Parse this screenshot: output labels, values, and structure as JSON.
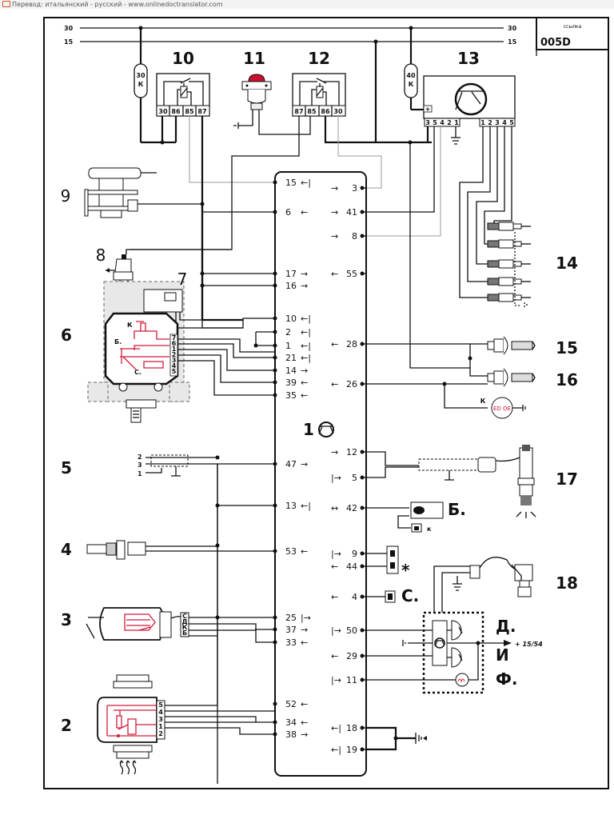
{
  "translator_bar": {
    "text": "Перевод: итальянский - русский - www.onlinedoctranslator.com"
  },
  "title_block": {
    "caption": "ссылка",
    "code": "005D"
  },
  "bus_lines": [
    {
      "label": "30"
    },
    {
      "label": "15"
    }
  ],
  "fuses": [
    {
      "rating": "30",
      "unit": "К"
    },
    {
      "rating": "40",
      "unit": "К"
    }
  ],
  "components": {
    "c1": "1",
    "c2": "2",
    "c3": "3",
    "c4": "4",
    "c5": "5",
    "c6": "6",
    "c7": "7",
    "c8": "8",
    "c9": "9",
    "c10": "10",
    "c11": "11",
    "c12": "12",
    "c13": "13",
    "c14": "14",
    "c15": "15",
    "c16": "16",
    "c17": "17",
    "c18": "18"
  },
  "relay_10_pins": [
    "30",
    "86",
    "85",
    "87"
  ],
  "relay_12_pins": [
    "87",
    "85",
    "86",
    "30"
  ],
  "unit_13": {
    "left_pins": [
      "3",
      "5",
      "4",
      "2",
      "1"
    ],
    "right_pins": [
      "1",
      "2",
      "3",
      "4",
      "5"
    ],
    "plus_pin": "+"
  },
  "ecu": {
    "left_pins": [
      {
        "num": "15",
        "arrow": "←|"
      },
      {
        "num": "6",
        "arrow": "←"
      },
      {
        "num": "17",
        "arrow": "→"
      },
      {
        "num": "16",
        "arrow": "→"
      },
      {
        "num": "10",
        "arrow": "←|"
      },
      {
        "num": "2",
        "arrow": "←|"
      },
      {
        "num": "1",
        "arrow": "←|"
      },
      {
        "num": "21",
        "arrow": "←|"
      },
      {
        "num": "14",
        "arrow": "→"
      },
      {
        "num": "39",
        "arrow": "←"
      },
      {
        "num": "35",
        "arrow": "←"
      },
      {
        "num": "47",
        "arrow": "→"
      },
      {
        "num": "13",
        "arrow": "←|"
      },
      {
        "num": "53",
        "arrow": "←"
      },
      {
        "num": "25",
        "arrow": "|→"
      },
      {
        "num": "37",
        "arrow": "→"
      },
      {
        "num": "33",
        "arrow": "←"
      },
      {
        "num": "52",
        "arrow": "←"
      },
      {
        "num": "34",
        "arrow": "←"
      },
      {
        "num": "38",
        "arrow": "→"
      }
    ],
    "right_pins": [
      {
        "num": "3",
        "arrow": "→"
      },
      {
        "num": "41",
        "arrow": "→"
      },
      {
        "num": "8",
        "arrow": "→"
      },
      {
        "num": "55",
        "arrow": "←"
      },
      {
        "num": "28",
        "arrow": "←"
      },
      {
        "num": "26",
        "arrow": "←"
      },
      {
        "num": "12",
        "arrow": "→"
      },
      {
        "num": "5",
        "arrow": "|→"
      },
      {
        "num": "42",
        "arrow": "↔"
      },
      {
        "num": "9",
        "arrow": "|→"
      },
      {
        "num": "44",
        "arrow": "←"
      },
      {
        "num": "4",
        "arrow": "←"
      },
      {
        "num": "50",
        "arrow": "|→"
      },
      {
        "num": "29",
        "arrow": "←"
      },
      {
        "num": "11",
        "arrow": "|→"
      },
      {
        "num": "18",
        "arrow": "←|"
      },
      {
        "num": "19",
        "arrow": "←|"
      }
    ]
  },
  "sub_labels": {
    "k_upper": "К",
    "b_upper": "Б.",
    "c_upper": "С.",
    "k_lamp": "К",
    "b_diag": "Б.",
    "k_diag": "к",
    "star": "*",
    "c_diag": "С.",
    "d_gauge": "Д.",
    "i_gauge": "И",
    "f_lamp": "Ф.",
    "plus_15_54": "+ 15/54"
  },
  "harness_5_wires": [
    "2",
    "3",
    "1"
  ],
  "pump_6_pins": [
    "7",
    "6",
    "1",
    "2",
    "3",
    "4",
    "5"
  ],
  "actuator_3_pins": [
    "С",
    "Д",
    "К",
    "Б"
  ],
  "flowmeter_2_pins": [
    "5",
    "4",
    "3",
    "1",
    "2"
  ]
}
